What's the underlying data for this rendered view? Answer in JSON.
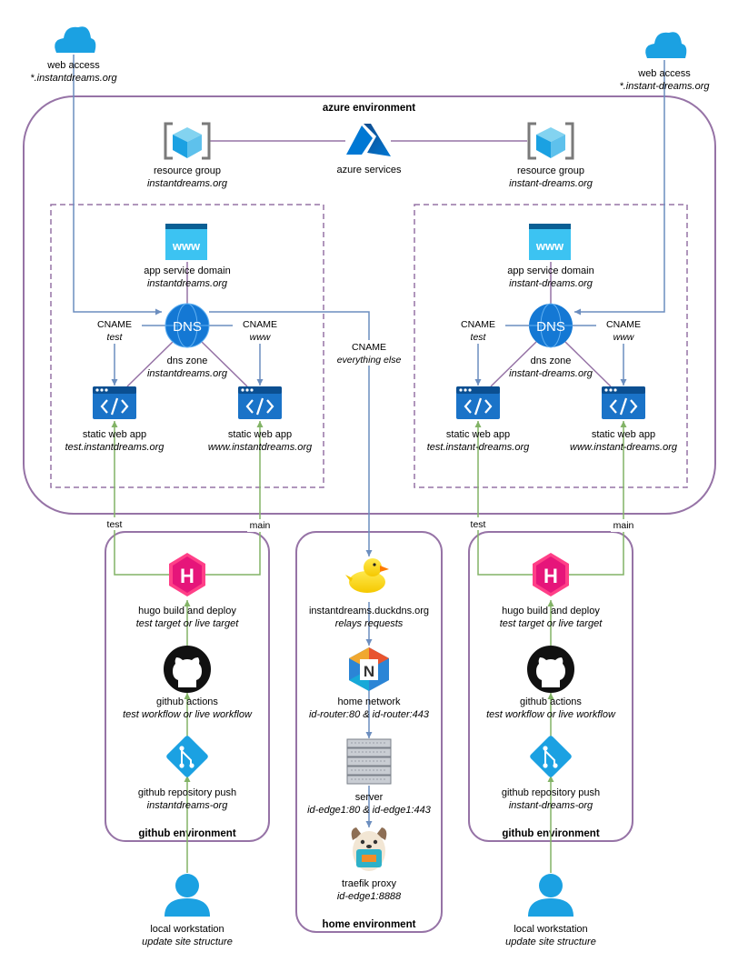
{
  "environments": {
    "azure": "azure environment",
    "github_left": "github environment",
    "github_right": "github environment",
    "home": "home environment"
  },
  "azure_services": "azure services",
  "left": {
    "web_access": {
      "title": "web access",
      "sub": "*.instantdreams.org"
    },
    "resource_group": {
      "title": "resource group",
      "sub": "instantdreams.org"
    },
    "app_service_domain": {
      "title": "app service domain",
      "sub": "instantdreams.org"
    },
    "dns_zone": {
      "title": "dns zone",
      "sub": "instantdreams.org"
    },
    "cname_test": {
      "title": "CNAME",
      "sub": "test"
    },
    "cname_www": {
      "title": "CNAME",
      "sub": "www"
    },
    "swa_test": {
      "title": "static web app",
      "sub": "test.instantdreams.org"
    },
    "swa_www": {
      "title": "static web app",
      "sub": "www.instantdreams.org"
    },
    "edge_test": "test",
    "edge_main": "main",
    "hugo": {
      "title": "hugo build and deploy",
      "sub": "test target or live target"
    },
    "actions": {
      "title": "github actions",
      "sub": "test workflow or live workflow"
    },
    "repo": {
      "title": "github repository push",
      "sub": "instantdreams-org"
    },
    "workstation": {
      "title": "local workstation",
      "sub": "update site structure"
    }
  },
  "right": {
    "web_access": {
      "title": "web access",
      "sub": "*.instant-dreams.org"
    },
    "resource_group": {
      "title": "resource group",
      "sub": "instant-dreams.org"
    },
    "app_service_domain": {
      "title": "app service domain",
      "sub": "instant-dreams.org"
    },
    "dns_zone": {
      "title": "dns zone",
      "sub": "instant-dreams.org"
    },
    "cname_test": {
      "title": "CNAME",
      "sub": "test"
    },
    "cname_www": {
      "title": "CNAME",
      "sub": "www"
    },
    "swa_test": {
      "title": "static web app",
      "sub": "test.instant-dreams.org"
    },
    "swa_www": {
      "title": "static web app",
      "sub": "www.instant-dreams.org"
    },
    "edge_test": "test",
    "edge_main": "main",
    "hugo": {
      "title": "hugo build and deploy",
      "sub": "test target or live target"
    },
    "actions": {
      "title": "github actions",
      "sub": "test workflow or live workflow"
    },
    "repo": {
      "title": "github repository push",
      "sub": "instant-dreams-org"
    },
    "workstation": {
      "title": "local workstation",
      "sub": "update site structure"
    }
  },
  "center": {
    "cname_else": {
      "title": "CNAME",
      "sub": "everything else"
    },
    "duckdns": {
      "title": "instantdreams.duckdns.org",
      "sub": "relays requests"
    },
    "home_network": {
      "title": "home network",
      "sub": "id-router:80 & id-router:443"
    },
    "server": {
      "title": "server",
      "sub": "id-edge1:80 & id-edge1:443"
    },
    "traefik": {
      "title": "traefik proxy",
      "sub": "id-edge1:8888"
    }
  },
  "icon_text": {
    "www": "www",
    "dns": "DNS",
    "hugo": "H",
    "nginx": "N"
  },
  "colors": {
    "env_border": "#9673a6",
    "azure_link": "#6c8ebf",
    "green_link": "#82b366",
    "icon_blue": "#1ba1e2",
    "azure_blue": "#0078d4",
    "hugo_pink": "#ff4088"
  }
}
